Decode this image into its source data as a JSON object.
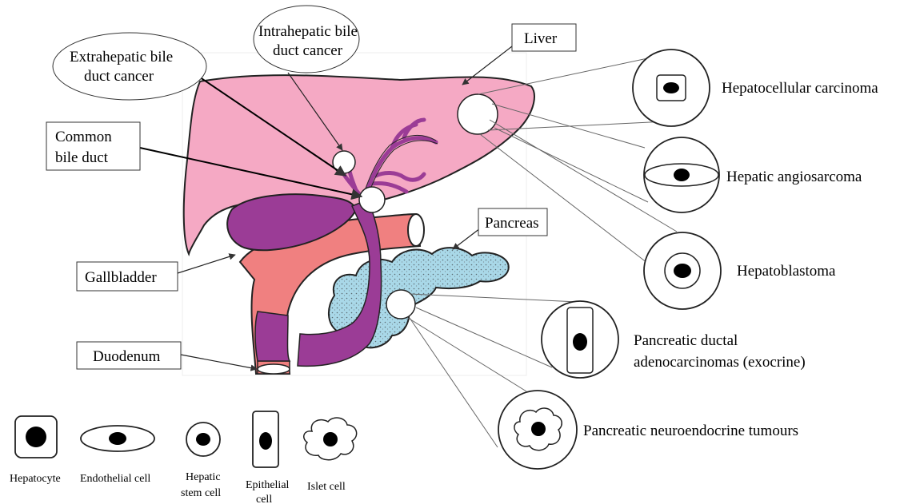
{
  "anatomy_labels": {
    "liver": "Liver",
    "pancreas": "Pancreas",
    "gallbladder": "Gallbladder",
    "duodenum": "Duodenum",
    "common_bile_duct": [
      "Common",
      "bile duct"
    ],
    "extrahepatic": [
      "Extrahepatic bile",
      "duct cancer"
    ],
    "intrahepatic": [
      "Intrahepatic bile",
      "duct cancer"
    ]
  },
  "cancers": {
    "hcc": "Hepatocellular carcinoma",
    "angio": "Hepatic angiosarcoma",
    "blastoma": "Hepatoblastoma",
    "pdac": [
      "Pancreatic ductal",
      "adenocarcinomas (exocrine)"
    ],
    "pnet": "Pancreatic neuroendocrine tumours"
  },
  "legend": {
    "hepatocyte": "Hepatocyte",
    "endothelial": "Endothelial  cell",
    "stem": [
      "Hepatic",
      "stem cell"
    ],
    "epithelial": [
      "Epithelial",
      "cell"
    ],
    "islet": "Islet cell"
  },
  "colors": {
    "liver": "#f5a9c4",
    "bile": "#9b3c96",
    "duodenum_red": "#f08080",
    "pancreas": "#a9d8e8"
  }
}
